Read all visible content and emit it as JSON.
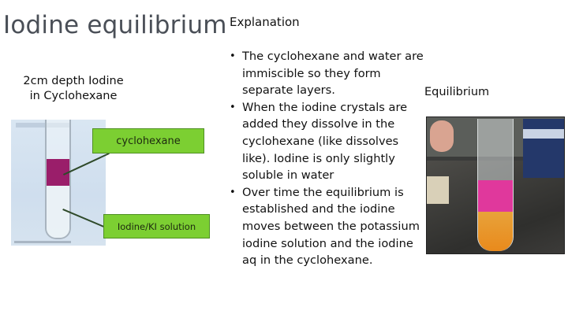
{
  "slide": {
    "title": "Iodine equilibrium",
    "left_panel": {
      "caption_line1": "2cm depth Iodine",
      "caption_line2": "in Cyclohexane",
      "image_labels": {
        "top": "cyclohexane",
        "bottom": "Iodine/KI solution"
      }
    },
    "explanation": {
      "heading": "Explanation",
      "bullets": [
        "The cyclohexane and water are immiscible so they form separate layers.",
        "When the iodine crystals are added they dissolve in the cyclohexane (like dissolves like). Iodine is only slightly soluble in water",
        "Over time the equilibrium is established and the iodine moves between the potassium iodine solution and the iodine aq in the cyclohexane."
      ]
    },
    "right_panel": {
      "heading": "Equilibrium"
    },
    "colors": {
      "title": "#4a4f57",
      "label_green": "#7ccf32",
      "iodine_purple": "#9a1e6a",
      "pink_layer": "#e0389c",
      "orange_layer": "#e98a1c"
    }
  }
}
